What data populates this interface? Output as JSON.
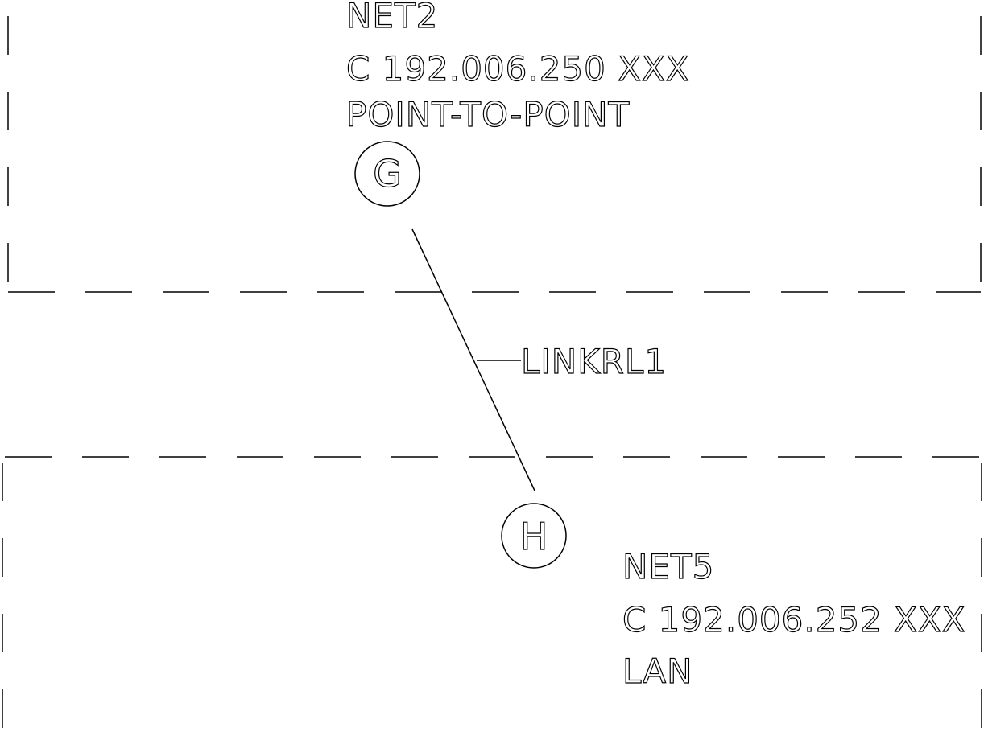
{
  "networks": [
    {
      "id": "net2",
      "name": "NET2",
      "address": "C 192.006.250 XXX",
      "type": "POINT-TO-POINT"
    },
    {
      "id": "net5",
      "name": "NET5",
      "address": "C 192.006.252 XXX",
      "type": "LAN"
    }
  ],
  "nodes": [
    {
      "id": "G",
      "label": "G"
    },
    {
      "id": "H",
      "label": "H"
    }
  ],
  "link": {
    "label": "LINKRL1",
    "from": "G",
    "to": "H"
  }
}
